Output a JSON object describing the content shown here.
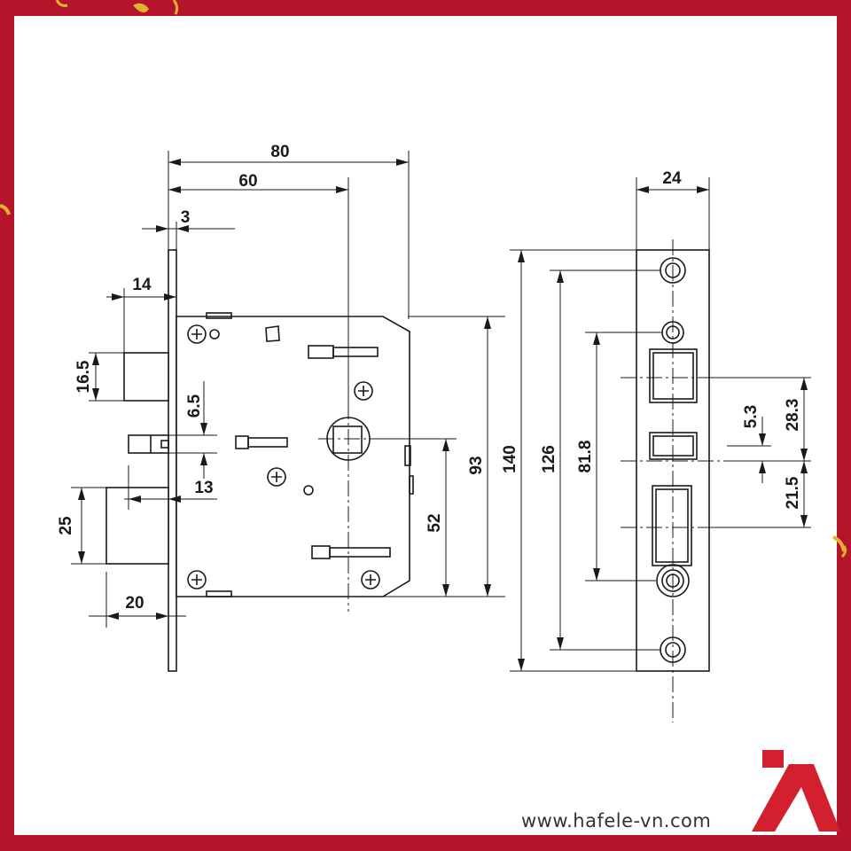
{
  "colors": {
    "frame": "#b5152b",
    "panel": "#ffffff",
    "line": "#1a1a1a",
    "logo": "#d2202e",
    "confetti": "#e0b030"
  },
  "dimensions": {
    "width_80": "80",
    "width_60": "60",
    "faceplate_3": "3",
    "latch_14": "14",
    "latch_16_5": "16.5",
    "gap_6_5": "6.5",
    "bolt_13": "13",
    "bolt_25": "25",
    "bolt_20": "20",
    "height_93": "93",
    "height_52": "52",
    "front_24": "24",
    "front_140": "140",
    "front_126": "126",
    "front_81_8": "81.8",
    "front_5_3": "5.3",
    "front_28_3": "28.3",
    "front_21_5": "21.5"
  },
  "footer": {
    "website": "www.hafele-vn.com",
    "logo_icon": "hafele-a-logo-icon"
  }
}
